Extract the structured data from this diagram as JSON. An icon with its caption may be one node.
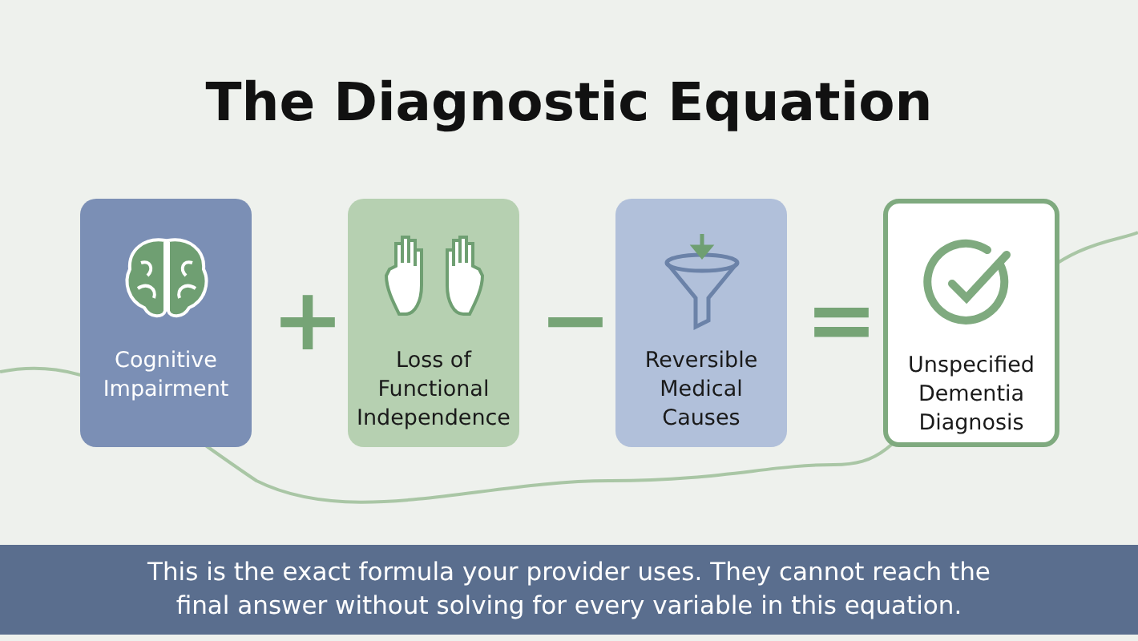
{
  "diagram": {
    "title": "The Diagnostic Equation",
    "nodes": [
      {
        "text": [
          "Cognitive Impairment"
        ]
      },
      {
        "text": [
          "Loss of Functional Independence"
        ]
      },
      {
        "text": [
          "Reversible Medical Causes"
        ]
      },
      {
        "text": [
          "Unspecified Dementia Diagnosis"
        ]
      }
    ],
    "labels": [
      "+",
      "−",
      "="
    ],
    "caption": "This is the exact formula your provider uses. They cannot reach the final answer without solving for every variable in this equation."
  }
}
